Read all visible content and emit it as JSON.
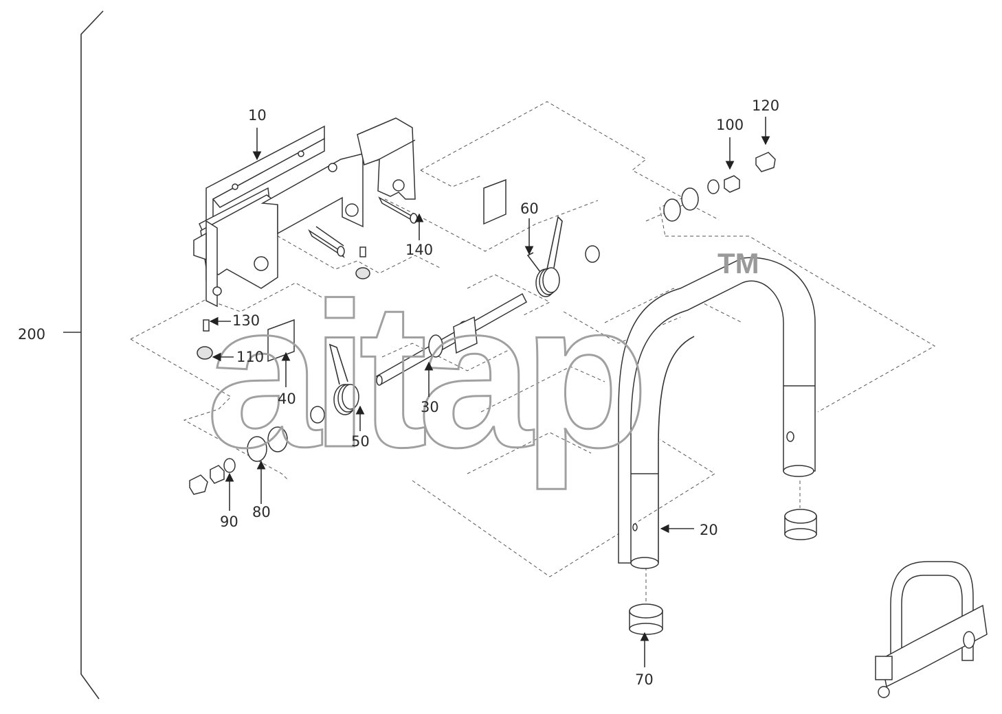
{
  "diagram": {
    "assembly_label": "200",
    "parts": [
      {
        "id": "p10",
        "label": "10"
      },
      {
        "id": "p20",
        "label": "20"
      },
      {
        "id": "p30",
        "label": "30"
      },
      {
        "id": "p40",
        "label": "40"
      },
      {
        "id": "p50",
        "label": "50"
      },
      {
        "id": "p60",
        "label": "60"
      },
      {
        "id": "p70",
        "label": "70"
      },
      {
        "id": "p80",
        "label": "80"
      },
      {
        "id": "p90",
        "label": "90"
      },
      {
        "id": "p100",
        "label": "100"
      },
      {
        "id": "p110",
        "label": "110"
      },
      {
        "id": "p120",
        "label": "120"
      },
      {
        "id": "p130",
        "label": "130"
      },
      {
        "id": "p140",
        "label": "140"
      }
    ]
  },
  "watermark": {
    "text": "aitap",
    "trademark": "TM"
  },
  "colors": {
    "line": "#333333",
    "watermark": "#9a9a9a",
    "background": "#ffffff"
  }
}
